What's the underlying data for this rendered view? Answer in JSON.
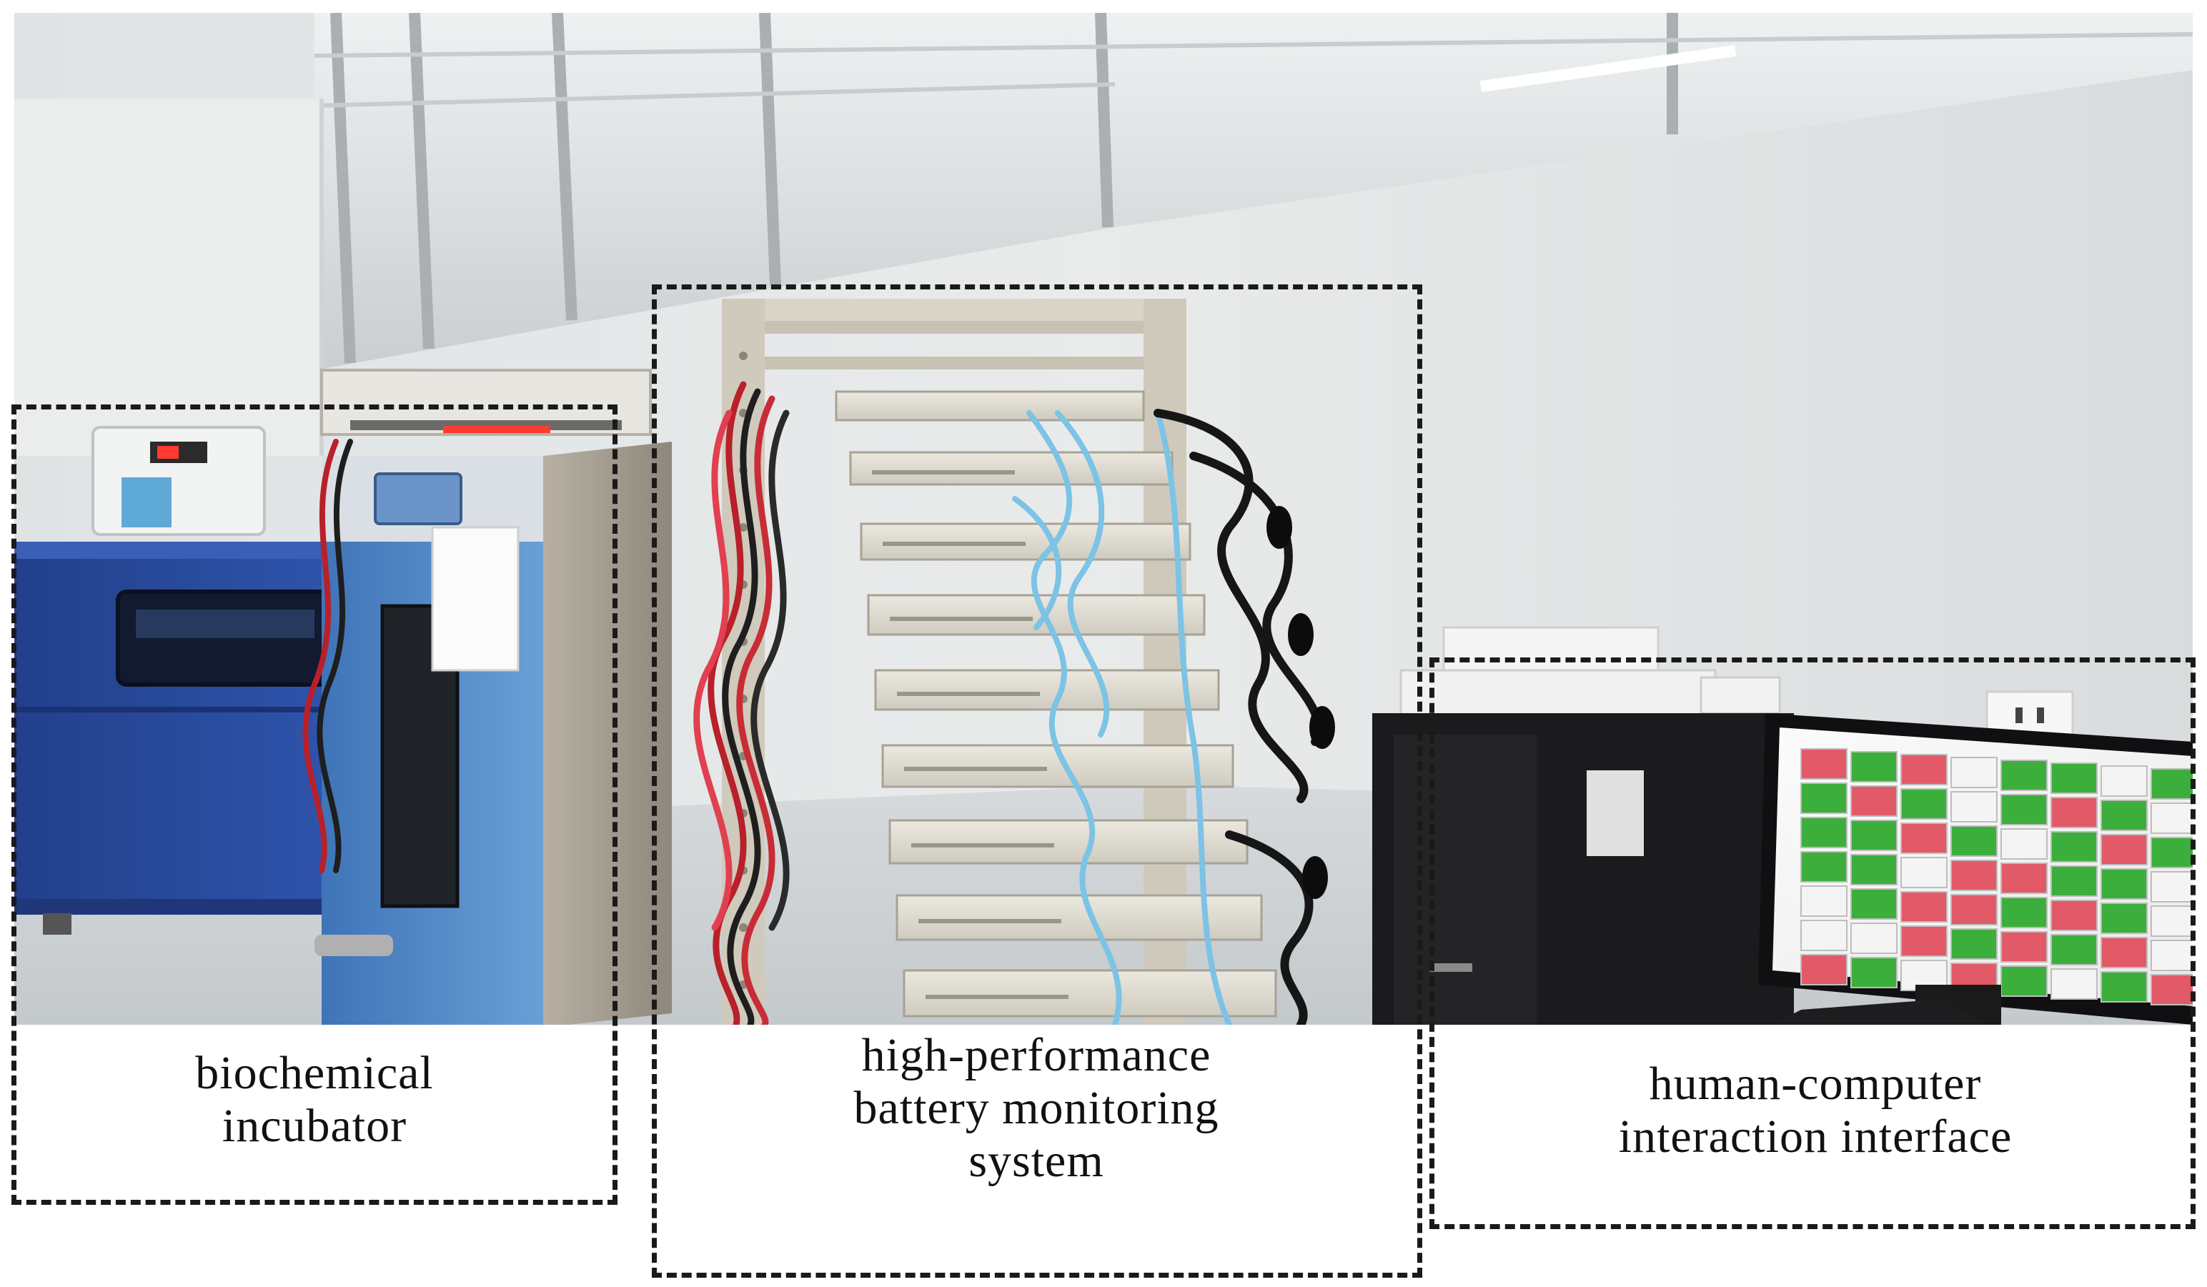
{
  "figure": {
    "labels": {
      "incubator": [
        "biochemical",
        "incubator"
      ],
      "monitor": [
        "high-performance",
        "battery monitoring",
        "system"
      ],
      "hci": [
        "human-computer",
        "interaction interface"
      ]
    },
    "colors": {
      "callout_border": "#1a1a1a",
      "label_text": "#111111",
      "wall": "#e4e6e6",
      "incubator_blue": "#2a4a9a",
      "chamber_blue": "#4f86c6",
      "rack_frame": "#d9d4c8",
      "channel_module": "#e2ded3",
      "cable_red": "#b8202a",
      "cable_blue": "#7cc3e6",
      "cell_green": "#3cae3c",
      "cell_red": "#e25a68",
      "pc_case": "#1b1b1d"
    },
    "icons": {
      "incubator": "incubator-icon",
      "rack": "server-rack-icon",
      "monitor": "monitor-icon",
      "pc": "desktop-tower-icon"
    }
  }
}
